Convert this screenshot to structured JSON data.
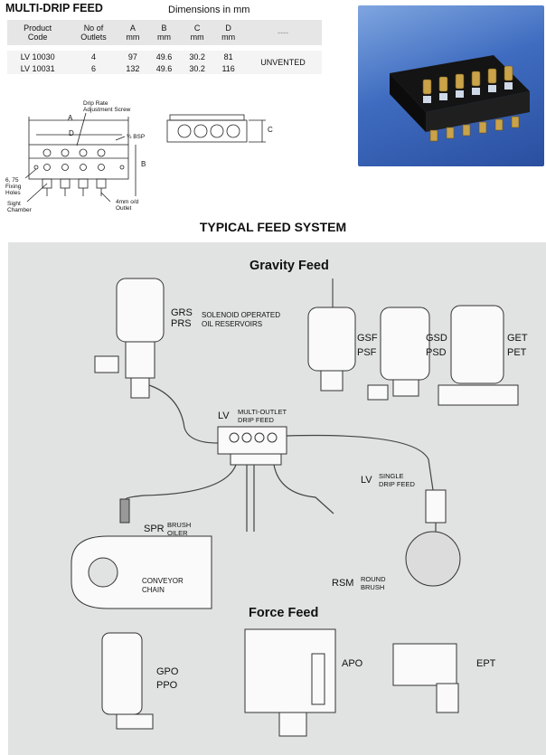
{
  "header": {
    "title": "MULTI-DRIP FEED",
    "dimensions_note": "Dimensions in mm"
  },
  "table": {
    "headers": [
      [
        "Product",
        "Code"
      ],
      [
        "No of",
        "Outlets"
      ],
      [
        "A",
        "mm"
      ],
      [
        "B",
        "mm"
      ],
      [
        "C",
        "mm"
      ],
      [
        "D",
        "mm"
      ],
      [
        "----",
        ""
      ]
    ],
    "rows": [
      [
        "LV 10030",
        "4",
        "97",
        "49.6",
        "30.2",
        "81"
      ],
      [
        "LV 10031",
        "6",
        "132",
        "49.6",
        "30.2",
        "116"
      ]
    ],
    "merged_note": "UNVENTED"
  },
  "drawing": {
    "drip_rate": [
      "Drip Rate",
      "Adjustment Screw"
    ],
    "dim_a": "A",
    "dim_d": "D",
    "dim_b": "B",
    "dim_c": "C",
    "bsp": "¼ BSP",
    "fixing": [
      "6, 75",
      "Fixing",
      "Holes"
    ],
    "sight": [
      "Sight",
      "Chamber"
    ],
    "outlet": [
      "4mm o/d",
      "Outlet"
    ]
  },
  "system": {
    "heading": "TYPICAL FEED SYSTEM",
    "gravity_title": "Gravity Feed",
    "force_title": "Force Feed",
    "labels": {
      "grs": "GRS",
      "prs": "PRS",
      "reservoirs": [
        "SOLENOID OPERATED",
        "OIL RESERVOIRS"
      ],
      "gsf": "GSF",
      "psf": "PSF",
      "gsd": "GSD",
      "psd": "PSD",
      "get": "GET",
      "pet": "PET",
      "lv_multi": "LV",
      "lv_multi_desc": [
        "MULTI-OUTLET",
        "DRIP FEED"
      ],
      "lv_single": "LV",
      "lv_single_desc": [
        "SINGLE",
        "DRIP FEED"
      ],
      "spr": "SPR",
      "spr_desc": [
        "BRUSH",
        "OILER"
      ],
      "conveyor": [
        "CONVEYOR",
        "CHAIN"
      ],
      "rsm": "RSM",
      "rsm_desc": [
        "ROUND",
        "BRUSH"
      ],
      "gpo": "GPO",
      "ppo": "PPO",
      "apo": "APO",
      "ept": "EPT"
    }
  },
  "colors": {
    "panel": "#e1e2e2",
    "photo_blue": "#3f6cc0",
    "brass": "#c9a24a"
  }
}
